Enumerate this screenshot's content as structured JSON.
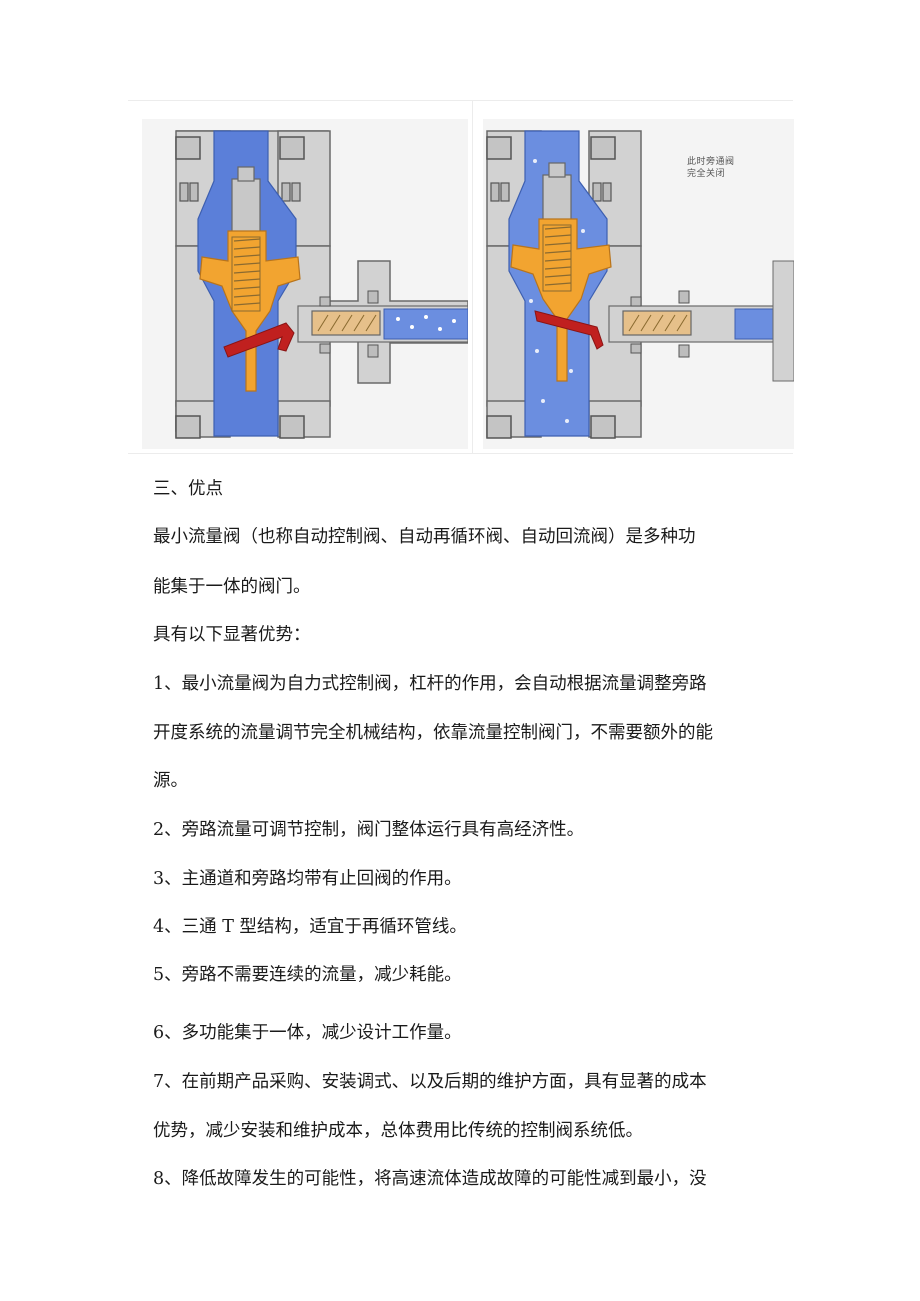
{
  "figure": {
    "left_panel": {
      "description": "Minimum flow valve cross-section, bypass open",
      "colors": {
        "body": "#d3d3d3",
        "flow": "#5b7fd9",
        "disc": "#f2a430",
        "lever": "#c0201f",
        "outline": "#555555"
      }
    },
    "right_panel": {
      "description": "Minimum flow valve cross-section, bypass closed",
      "annotation_line1": "此时旁通阀",
      "annotation_line2": "完全关闭"
    }
  },
  "document": {
    "section_heading": "三、优点",
    "intro_line1": "最小流量阀（也称自动控制阀、自动再循环阀、自动回流阀）是多种功",
    "intro_line2": "能集于一体的阀门。",
    "advantages_heading": "具有以下显著优势：",
    "items": [
      {
        "line1": "1、最小流量阀为自力式控制阀，杠杆的作用，会自动根据流量调整旁路",
        "line2": "开度系统的流量调节完全机械结构，依靠流量控制阀门，不需要额外的能",
        "line3": "源。"
      },
      {
        "line1": "2、旁路流量可调节控制，阀门整体运行具有高经济性。"
      },
      {
        "line1": "3、主通道和旁路均带有止回阀的作用。"
      },
      {
        "line1": "4、三通 T 型结构，适宜于再循环管线。"
      },
      {
        "line1": "5、旁路不需要连续的流量，减少耗能。"
      },
      {
        "line1": "6、多功能集于一体，减少设计工作量。"
      },
      {
        "line1": "7、在前期产品采购、安装调式、以及后期的维护方面，具有显著的成本",
        "line2": "优势，减少安装和维护成本，总体费用比传统的控制阀系统低。"
      },
      {
        "line1": "8、降低故障发生的可能性，将高速流体造成故障的可能性减到最小，没"
      }
    ]
  }
}
